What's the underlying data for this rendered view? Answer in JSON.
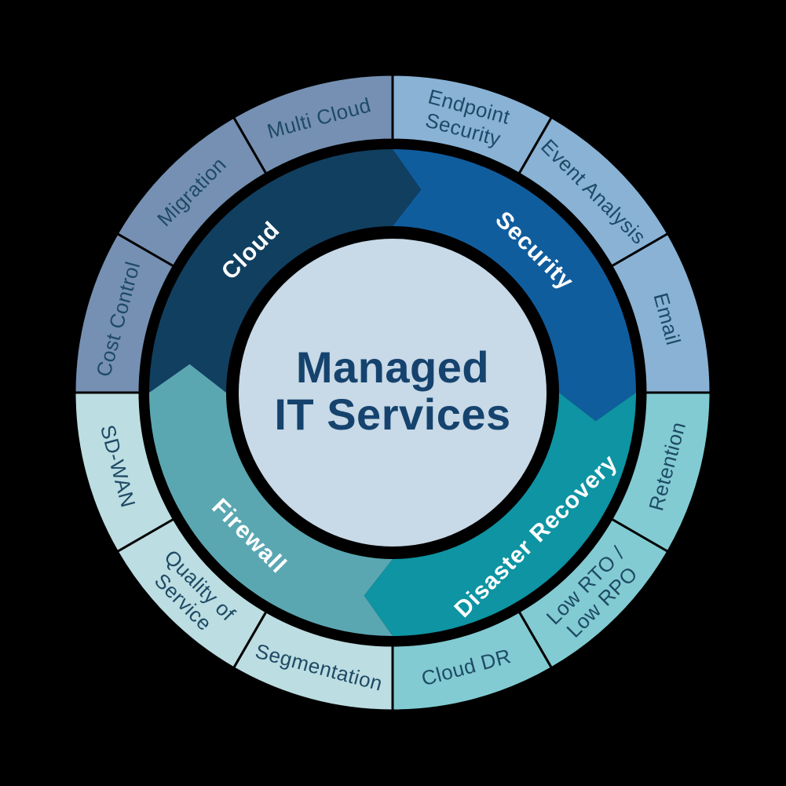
{
  "page": {
    "background": "#000000"
  },
  "diagram": {
    "title": "Managed IT Services",
    "center": {
      "title_lines": [
        "Managed",
        "IT Services"
      ],
      "text_color": "#15436e",
      "circle_color": "#c8d9e7"
    },
    "inner_ring": {
      "label_color": "#ffffff",
      "flow": "clockwise-arrows",
      "segments": [
        {
          "id": "cloud",
          "label": "Cloud",
          "color": "#113f60"
        },
        {
          "id": "security",
          "label": "Security",
          "color": "#105d9e"
        },
        {
          "id": "disaster-recovery",
          "label": "Disaster Recovery",
          "color": "#0e94a3"
        },
        {
          "id": "firewall",
          "label": "Firewall",
          "color": "#5aa7b2"
        }
      ]
    },
    "outer_ring": {
      "label_color": "#1e4a65",
      "separator_color": "#000000",
      "segments": [
        {
          "label": "Endpoint Security",
          "lines": [
            "Endpoint",
            "Security"
          ],
          "color": "#89b2d5",
          "group": "security"
        },
        {
          "label": "Event Analysis",
          "lines": [
            "Event Analysis"
          ],
          "color": "#89b2d5",
          "group": "security"
        },
        {
          "label": "Email",
          "lines": [
            "Email"
          ],
          "color": "#89b2d5",
          "group": "security"
        },
        {
          "label": "Retention",
          "lines": [
            "Retention"
          ],
          "color": "#82cbd2",
          "group": "disaster-recovery"
        },
        {
          "label": "Low RTO / Low RPO",
          "lines": [
            "Low RTO /",
            "Low RPO"
          ],
          "color": "#82cbd2",
          "group": "disaster-recovery"
        },
        {
          "label": "Cloud DR",
          "lines": [
            "Cloud DR"
          ],
          "color": "#82cbd2",
          "group": "disaster-recovery"
        },
        {
          "label": "Segmentation",
          "lines": [
            "Segmentation"
          ],
          "color": "#bcdde1",
          "group": "firewall"
        },
        {
          "label": "Quality of Service",
          "lines": [
            "Quality of",
            "Service"
          ],
          "color": "#bcdde1",
          "group": "firewall"
        },
        {
          "label": "SD-WAN",
          "lines": [
            "SD-WAN"
          ],
          "color": "#bcdde1",
          "group": "firewall"
        },
        {
          "label": "Cost Control",
          "lines": [
            "Cost Control"
          ],
          "color": "#7590b2",
          "group": "cloud"
        },
        {
          "label": "Migration",
          "lines": [
            "Migration"
          ],
          "color": "#7590b2",
          "group": "cloud"
        },
        {
          "label": "Multi Cloud",
          "lines": [
            "Multi Cloud"
          ],
          "color": "#7590b2",
          "group": "cloud"
        }
      ]
    }
  }
}
